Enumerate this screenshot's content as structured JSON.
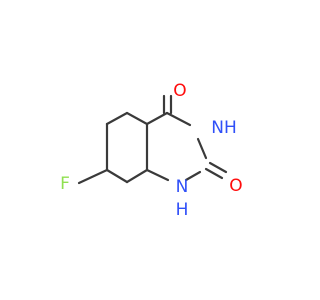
{
  "molecule": {
    "atoms": [
      {
        "id": "o_top",
        "symbol": "O",
        "color": "#ff0d0d"
      },
      {
        "id": "n_imide",
        "symbol": "NH",
        "color": "#3050f8"
      },
      {
        "id": "o_right",
        "symbol": "O",
        "color": "#ff0d0d"
      },
      {
        "id": "n_amine",
        "symbol": "N",
        "h": "H",
        "color": "#3050f8"
      },
      {
        "id": "f",
        "symbol": "F",
        "color": "#90e050"
      }
    ],
    "bond_color": "#3a3a3a"
  }
}
